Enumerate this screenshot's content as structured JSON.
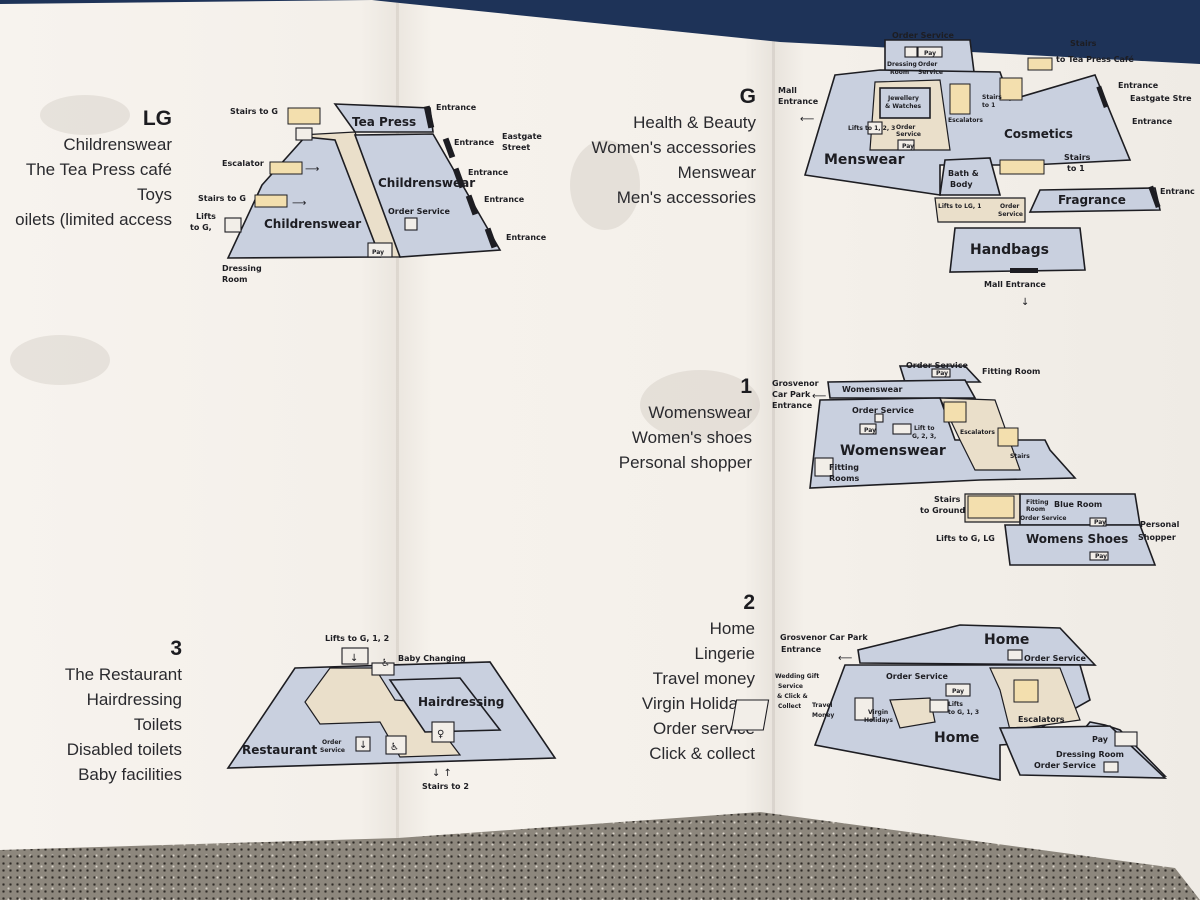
{
  "levels": {
    "lg": {
      "title": "LG",
      "items": [
        "Childrenswear",
        "The Tea Press café",
        "Toys",
        "oilets (limited access"
      ],
      "map": {
        "stairs_top": "Stairs to G",
        "tea_press": "Tea Press",
        "entrance_1": "Entrance",
        "entrance_2": "Entrance",
        "eastgate": "Eastgate",
        "street": "Street",
        "entrance_3": "Entrance",
        "entrance_4": "Entrance",
        "entrance_5": "Entrance",
        "escalator": "Escalator",
        "stairs_mid": "Stairs to G",
        "lifts": "Lifts",
        "to_g": "to G,",
        "childrenswear_1": "Childrenswear",
        "childrenswear_2": "Childrenswear",
        "order_service": "Order Service",
        "pay": "Pay",
        "dressing": "Dressing",
        "room": "Room"
      }
    },
    "g": {
      "title": "G",
      "items": [
        "Health & Beauty",
        "Women's accessories",
        "Menswear",
        "Men's accessories"
      ],
      "map": {
        "order_service_top": "Order Service",
        "pay_top": "Pay",
        "dressing_room_1": "Dressing",
        "dressing_room_2": "Room",
        "order_1": "Order",
        "service_1": "Service",
        "stairs_label": "Stairs",
        "to_tea_press": "to Tea Press Café",
        "mall_1": "Mall",
        "entrance_a": "Entrance",
        "jewellery_1": "Jewellery",
        "jewellery_2": "& Watches",
        "stairs_small_1": "Stairs",
        "stairs_small_2": "to 1",
        "entrance_b": "Entrance",
        "eastgate_str": "Eastgate Stre",
        "entrance_c": "Entrance",
        "lifts_123": "Lifts to 1, 2, 3",
        "order_2": "Order",
        "service_2": "Service",
        "pay_mid": "Pay",
        "escalators": "Escalators",
        "menswear": "Menswear",
        "cosmetics": "Cosmetics",
        "stairs_1a": "Stairs",
        "stairs_1b": "to 1",
        "bath_1": "Bath &",
        "bath_2": "Body",
        "entrance_d": "Entranc",
        "fragrance": "Fragrance",
        "lifts_lg1": "Lifts to LG, 1",
        "order_3": "Order",
        "service_3": "Service",
        "handbags": "Handbags",
        "mall_entrance": "Mall Entrance"
      }
    },
    "l1": {
      "title": "1",
      "items": [
        "Womenswear",
        "Women's shoes",
        "Personal shopper"
      ],
      "map": {
        "order_service_top": "Order Service",
        "pay_top": "Pay",
        "fitting_room": "Fitting Room",
        "grosvenor_1": "Grosvenor",
        "grosvenor_2": "Car Park",
        "grosvenor_3": "Entrance",
        "womenswear_top": "Womenswear",
        "order_service_mid": "Order Service",
        "pay_mid": "Pay",
        "lift_to_1": "Lift to",
        "lift_to_2": "G, 2, 3,",
        "escalators": "Escalators",
        "stairs": "Stairs",
        "womenswear_big": "Womenswear",
        "fitting_1": "Fitting",
        "fitting_2": "Rooms",
        "stairs_ground_1": "Stairs",
        "stairs_ground_2": "to Ground",
        "fitting_small_1": "Fitting",
        "fitting_small_2": "Room",
        "blue_room": "Blue Room",
        "order_service_br": "Order Service",
        "pay_br": "Pay",
        "lifts_g_lg": "Lifts to G, LG",
        "womens_shoes": "Womens Shoes",
        "pay_shoes": "Pay",
        "personal_1": "Personal",
        "personal_2": "Shopper"
      }
    },
    "l3": {
      "title": "3",
      "items": [
        "The Restaurant",
        "Hairdressing",
        "Toilets",
        "Disabled toilets",
        "Baby facilities"
      ],
      "map": {
        "lifts": "Lifts to G, 1, 2",
        "baby_changing": "Baby Changing",
        "hairdressing": "Hairdressing",
        "restaurant": "Restaurant",
        "order_1": "Order",
        "service_1": "Service",
        "stairs_to_2": "Stairs to 2"
      }
    },
    "l2": {
      "title": "2",
      "items": [
        "Home",
        "Lingerie",
        "Travel money",
        "Virgin Holidays",
        "Order service",
        "Click & collect"
      ],
      "map": {
        "grosvenor_1": "Grosvenor Car Park",
        "grosvenor_2": "Entrance",
        "home_top": "Home",
        "order_service_top": "Order Service",
        "order_service_mid": "Order Service",
        "pay_mid": "Pay",
        "wedding_1": "Wedding Gift",
        "wedding_2": "Service",
        "wedding_3": "& Click &",
        "wedding_4": "Collect",
        "travel_1": "Travel",
        "travel_2": "Money",
        "virgin_1": "Virgin",
        "virgin_2": "Holidays",
        "lifts_1": "Lifts",
        "lifts_2": "to G, 1, 3",
        "escalators": "Escalators",
        "home_big": "Home",
        "pay_br": "Pay",
        "dressing_room": "Dressing Room",
        "order_service_br": "Order Service"
      }
    }
  }
}
